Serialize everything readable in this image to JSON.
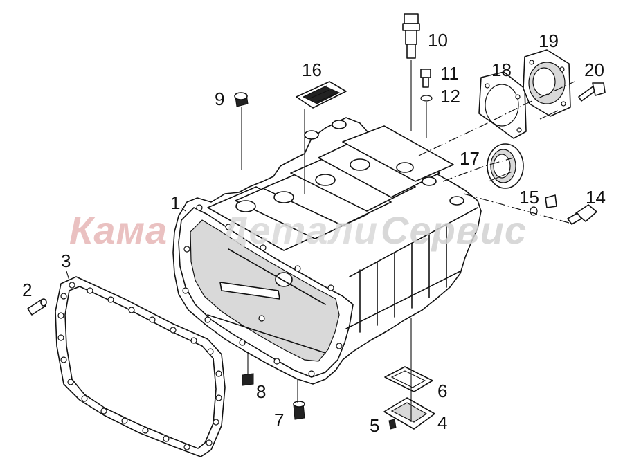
{
  "watermark": {
    "text": "КамаДеталиСервис",
    "text_part1": "Кама",
    "text_part2": "Детали",
    "text_part3": "Сервис",
    "color_part1": "#e7b7b7",
    "color_part2": "#d9d9d9",
    "color_part3": "#d2d2d2"
  },
  "callouts": [
    {
      "id": "1",
      "label": "1"
    },
    {
      "id": "2",
      "label": "2"
    },
    {
      "id": "3",
      "label": "3"
    },
    {
      "id": "4",
      "label": "4"
    },
    {
      "id": "5",
      "label": "5"
    },
    {
      "id": "6",
      "label": "6"
    },
    {
      "id": "7",
      "label": "7"
    },
    {
      "id": "8",
      "label": "8"
    },
    {
      "id": "9",
      "label": "9"
    },
    {
      "id": "10",
      "label": "10"
    },
    {
      "id": "11",
      "label": "11"
    },
    {
      "id": "12",
      "label": "12"
    },
    {
      "id": "14",
      "label": "14"
    },
    {
      "id": "15",
      "label": "15"
    },
    {
      "id": "16",
      "label": "16"
    },
    {
      "id": "17",
      "label": "17"
    },
    {
      "id": "18",
      "label": "18"
    },
    {
      "id": "19",
      "label": "19"
    },
    {
      "id": "20",
      "label": "20"
    }
  ]
}
